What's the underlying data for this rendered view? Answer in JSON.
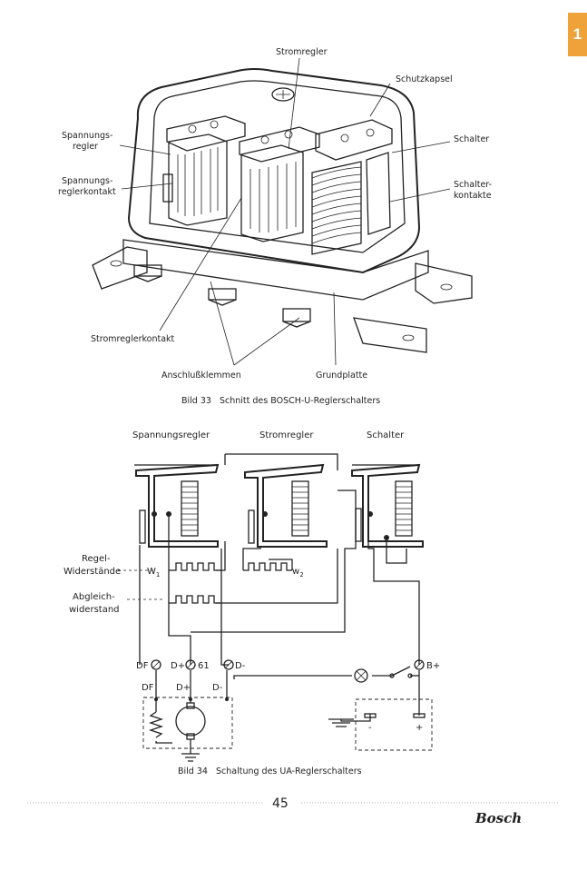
{
  "page_tab": "1",
  "figure1": {
    "labels": {
      "stromregler": "Stromregler",
      "schutzkapsel": "Schutzkapsel",
      "spannungsregler_1": "Spannungs-",
      "spannungsregler_2": "regler",
      "spannungsreglerkontakt_1": "Spannungs-",
      "spannungsreglerkontakt_2": "reglerkontakt",
      "schalter": "Schalter",
      "schalterkontakte_1": "Schalter-",
      "schalterkontakte_2": "kontakte",
      "stromreglerkontakt": "Stromreglerkontakt",
      "anschlussklemmen": "Anschlußklemmen",
      "grundplatte": "Grundplatte"
    },
    "caption": "Bild 33   Schnitt des BOSCH-U-Reglerschalters"
  },
  "figure2": {
    "headers": {
      "spannungsregler": "Spannungsregler",
      "stromregler": "Stromregler",
      "schalter": "Schalter"
    },
    "labels": {
      "regel_1": "Regel-",
      "regel_2": "Widerstände",
      "abgleich_1": "Abgleich-",
      "abgleich_2": "widerstand",
      "w1": "W",
      "w1_sub": "1",
      "w2": "w",
      "w2_sub": "2"
    },
    "terminals": {
      "df": "DF",
      "dplus": "D+",
      "t61": "61",
      "dminus": "D-",
      "bplus": "B+",
      "gen_df": "DF",
      "gen_dplus": "D+",
      "gen_dminus": "D-",
      "bat_minus": "-",
      "bat_plus": "+"
    },
    "caption": "Bild 34   Schaltung des UA-Reglerschalters"
  },
  "footer": {
    "page_number": "45",
    "brand": "Bosch"
  }
}
